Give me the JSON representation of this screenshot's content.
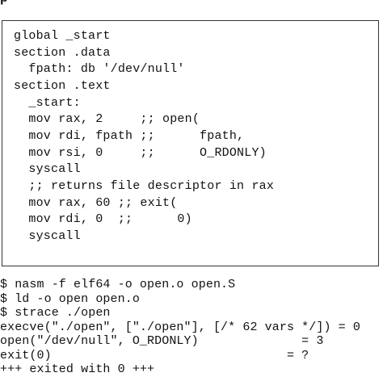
{
  "top_fragment": "p",
  "code_lines": [
    "global _start",
    "section .data",
    "  fpath: db '/dev/null'",
    "section .text",
    "  _start:",
    "  mov rax, 2     ;; open(",
    "  mov rdi, fpath ;;      fpath,",
    "  mov rsi, 0     ;;      O_RDONLY)",
    "  syscall",
    "  ;; returns file descriptor in rax",
    "  mov rax, 60 ;; exit(",
    "  mov rdi, 0  ;;      0)",
    "  syscall"
  ],
  "terminal_lines": [
    "$ nasm -f elf64 -o open.o open.S",
    "$ ld -o open open.o",
    "$ strace ./open",
    "execve(\"./open\", [\"./open\"], [/* 62 vars */]) = 0",
    "open(\"/dev/null\", O_RDONLY)              = 3",
    "exit(0)                                = ?",
    "+++ exited with 0 +++"
  ]
}
